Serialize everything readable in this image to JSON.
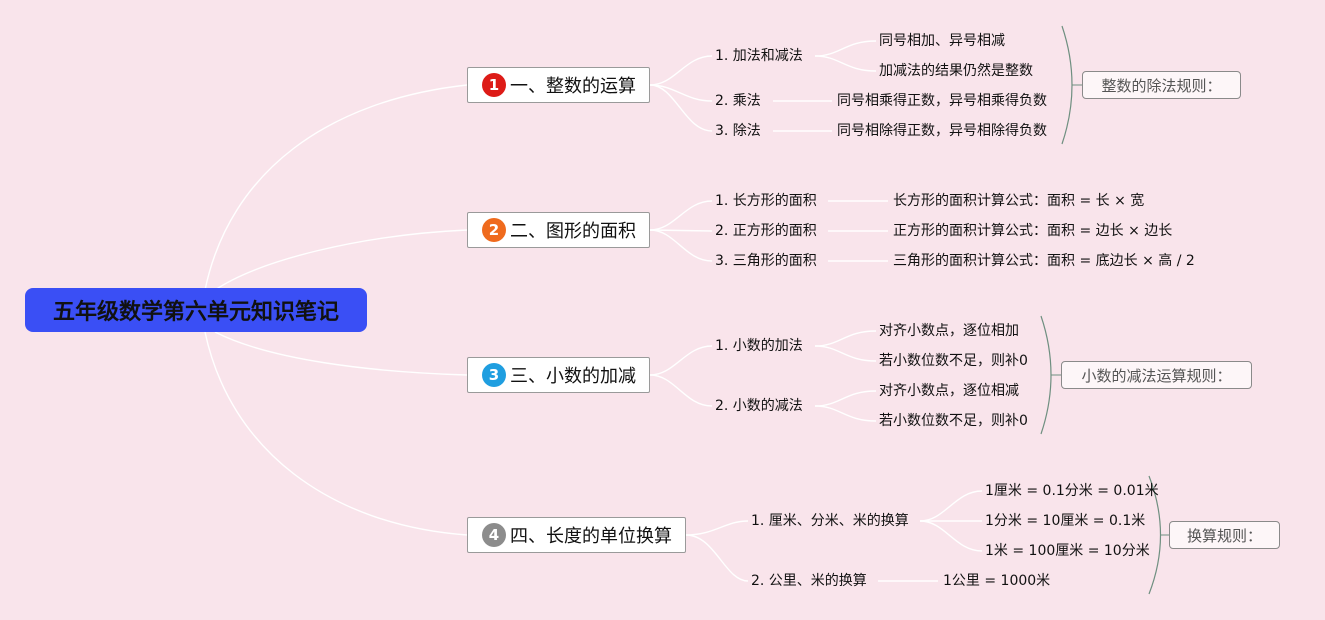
{
  "root": {
    "title": "五年级数学第六单元知识笔记"
  },
  "topics": [
    {
      "num": "1",
      "color": "#dd1b17",
      "title": "一、整数的运算"
    },
    {
      "num": "2",
      "color": "#ef6a1d",
      "title": "二、图形的面积"
    },
    {
      "num": "3",
      "color": "#1f9ee0",
      "title": "三、小数的加减"
    },
    {
      "num": "4",
      "color": "#8c8c8c",
      "title": "四、长度的单位换算"
    }
  ],
  "sections": {
    "integers": {
      "add_sub": {
        "label": "1. 加法和减法",
        "items": [
          "同号相加、异号相减",
          "加减法的结果仍然是整数"
        ]
      },
      "mul": {
        "label": "2. 乘法",
        "item": "同号相乘得正数，异号相乘得负数"
      },
      "div": {
        "label": "3. 除法",
        "item": "同号相除得正数，异号相除得负数"
      },
      "summary": "整数的除法规则："
    },
    "area": {
      "rect": {
        "label": "1. 长方形的面积",
        "item": "长方形的面积计算公式：面积 = 长 × 宽"
      },
      "square": {
        "label": "2. 正方形的面积",
        "item": "正方形的面积计算公式：面积 = 边长 × 边长"
      },
      "triangle": {
        "label": "3. 三角形的面积",
        "item": "三角形的面积计算公式：面积 = 底边长 × 高 / 2"
      }
    },
    "decimals": {
      "add": {
        "label": "1. 小数的加法",
        "items": [
          "对齐小数点，逐位相加",
          "若小数位数不足，则补0"
        ]
      },
      "sub": {
        "label": "2. 小数的减法",
        "items": [
          "对齐小数点，逐位相减",
          "若小数位数不足，则补0"
        ]
      },
      "summary": "小数的减法运算规则："
    },
    "length": {
      "cm": {
        "label": "1. 厘米、分米、米的换算",
        "items": [
          "1厘米 = 0.1分米 = 0.01米",
          "1分米 = 10厘米 = 0.1米",
          "1米 = 100厘米 = 10分米"
        ]
      },
      "km": {
        "label": "2. 公里、米的换算",
        "item": "1公里 = 1000米"
      },
      "summary": "换算规则："
    }
  },
  "colors": {
    "background": "#f9e4eb",
    "root": "#3a4ff5",
    "connector": "#ffffff",
    "bracket": "#6f8f80"
  }
}
